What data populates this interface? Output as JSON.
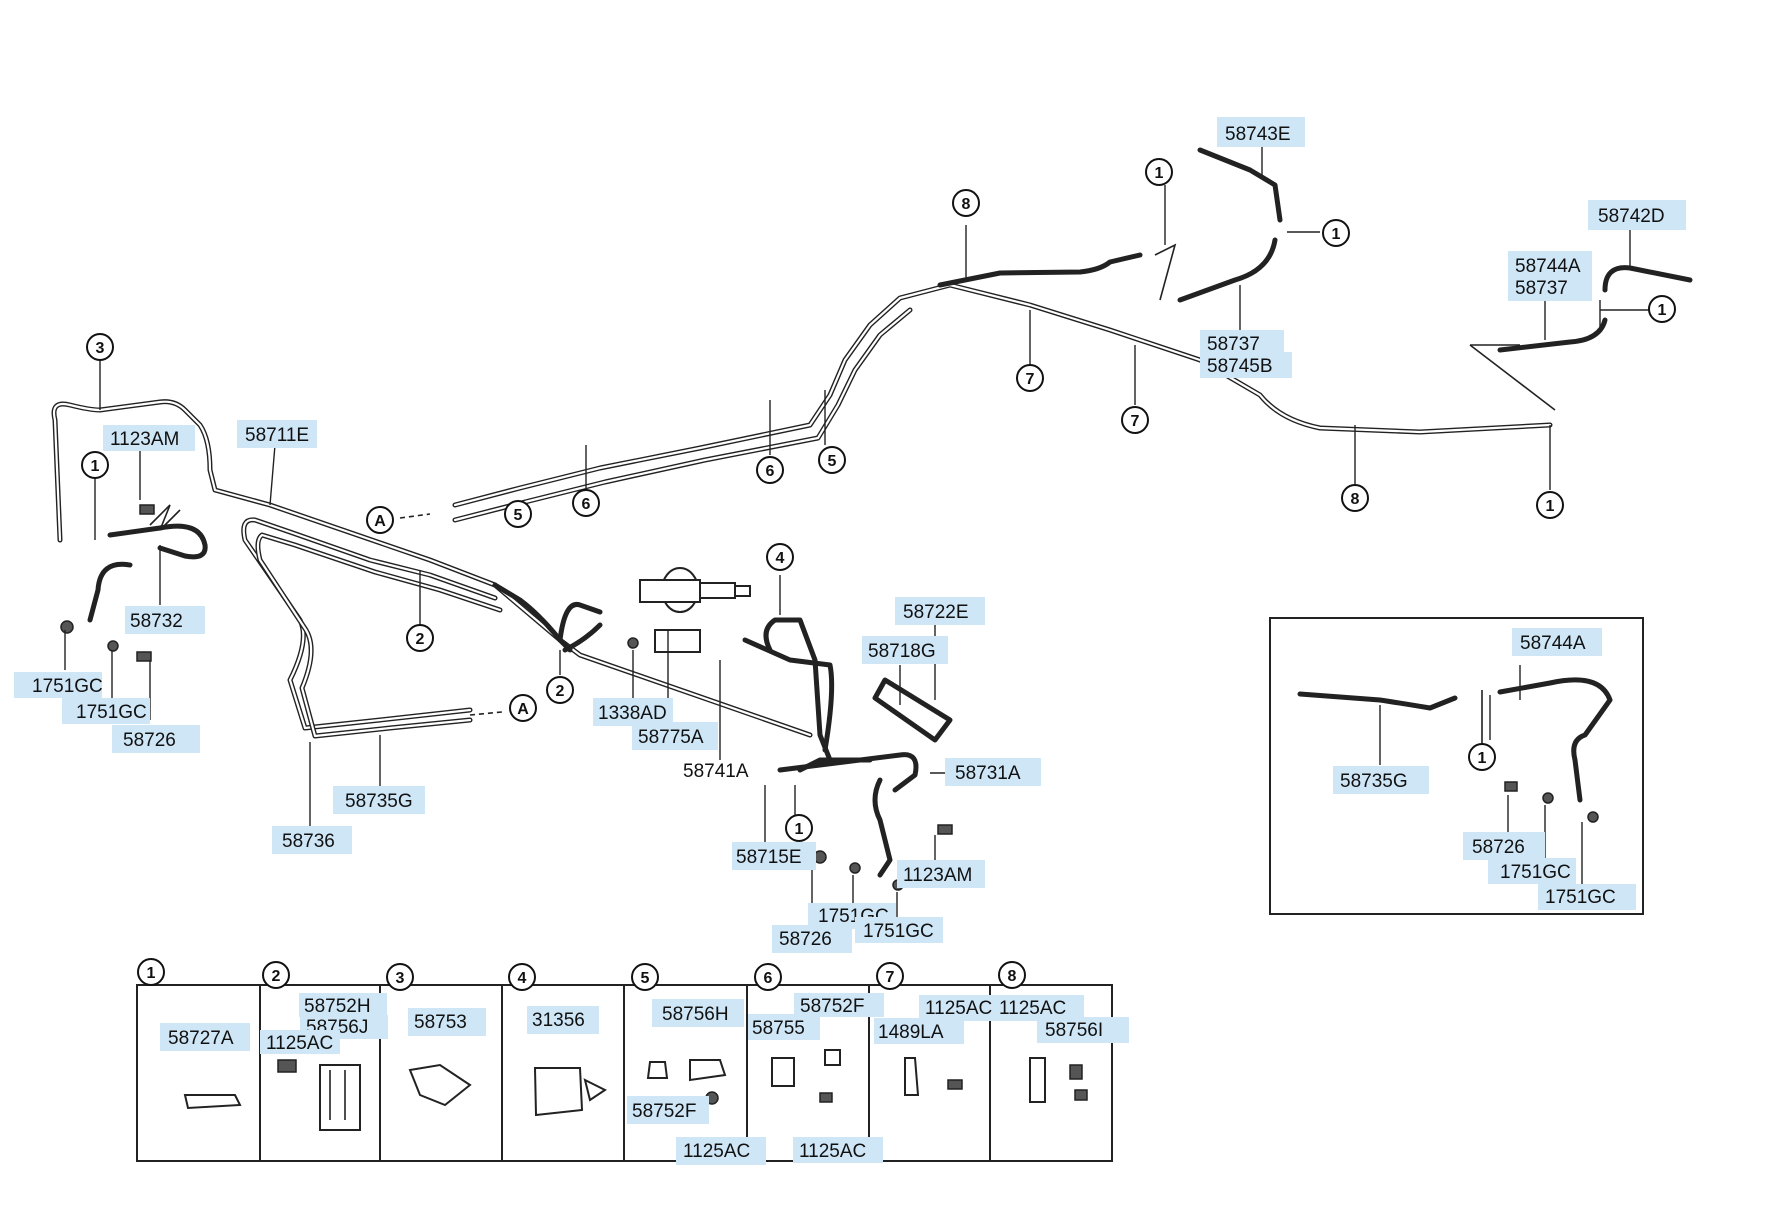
{
  "labels": {
    "l_58743E": "58743E",
    "l_58742D": "58742D",
    "l_58744A_top": "58744A",
    "l_58737_top": "58737",
    "l_58737_mid": "58737",
    "l_58745B": "58745B",
    "l_1123AM_left": "1123AM",
    "l_58711E": "58711E",
    "l_58732": "58732",
    "l_1751GC_a": "1751GC",
    "l_1751GC_b": "1751GC",
    "l_58726_left": "58726",
    "l_58735G_main": "58735G",
    "l_58736": "58736",
    "l_1338AD": "1338AD",
    "l_58775A": "58775A",
    "l_58741A": "58741A",
    "l_58722E": "58722E",
    "l_58718G": "58718G",
    "l_58731A": "58731A",
    "l_58715E": "58715E",
    "l_1123AM_right": "1123AM",
    "l_1751GC_c": "1751GC",
    "l_58726_bot": "58726",
    "l_1751GC_d": "1751GC",
    "l_inset_58744A": "58744A",
    "l_inset_58735G": "58735G",
    "l_inset_58726": "58726",
    "l_inset_1751GC_a": "1751GC",
    "l_inset_1751GC_b": "1751GC",
    "l_58727A": "58727A",
    "l_58752H": "58752H",
    "l_58756J": "58756J",
    "l_1125AC_2": "1125AC",
    "l_58753": "58753",
    "l_31356": "31356",
    "l_58756H": "58756H",
    "l_58752F_5": "58752F",
    "l_1125AC_5": "1125AC",
    "l_58752F_6": "58752F",
    "l_58755": "58755",
    "l_1125AC_6": "1125AC",
    "l_1125AC_7": "1125AC",
    "l_1489LA": "1489LA",
    "l_1125AC_8": "1125AC",
    "l_58756I": "58756I"
  },
  "callouts": {
    "n1": "1",
    "n2": "2",
    "n3": "3",
    "n4": "4",
    "n5": "5",
    "n6": "6",
    "n7": "7",
    "n8": "8",
    "arrowA": "A"
  },
  "colors": {
    "label_highlight": "#cfe6f7",
    "line": "#222222"
  }
}
